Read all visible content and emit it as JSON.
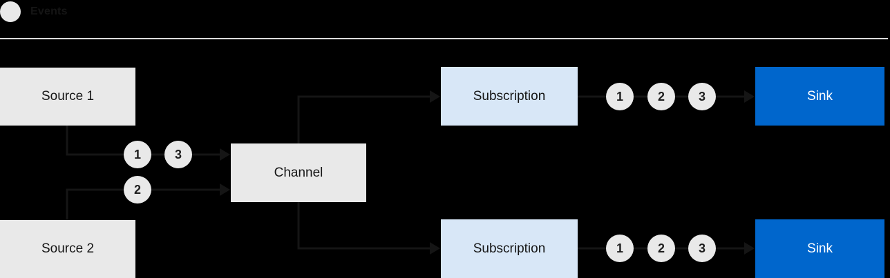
{
  "legend": {
    "label": "Events",
    "icon": "event-circle"
  },
  "colors": {
    "background": "#000000",
    "node_gray": "#e9e9e9",
    "subscription_blue": "#d8e7f7",
    "sink_blue": "#0066cc",
    "connector_dark": "#151515",
    "divider": "#dcdcdc",
    "sink_text": "#ffffff",
    "node_text": "#151515"
  },
  "nodes": {
    "source1": "Source 1",
    "source2": "Source 2",
    "channel": "Channel",
    "subscription_top": "Subscription",
    "subscription_bottom": "Subscription",
    "sink_top": "Sink",
    "sink_bottom": "Sink"
  },
  "events": {
    "source1_to_channel": [
      "1",
      "3"
    ],
    "source2_to_channel": [
      "2"
    ],
    "subscription_top_to_sink": [
      "1",
      "2",
      "3"
    ],
    "subscription_bottom_to_sink": [
      "1",
      "2",
      "3"
    ]
  }
}
